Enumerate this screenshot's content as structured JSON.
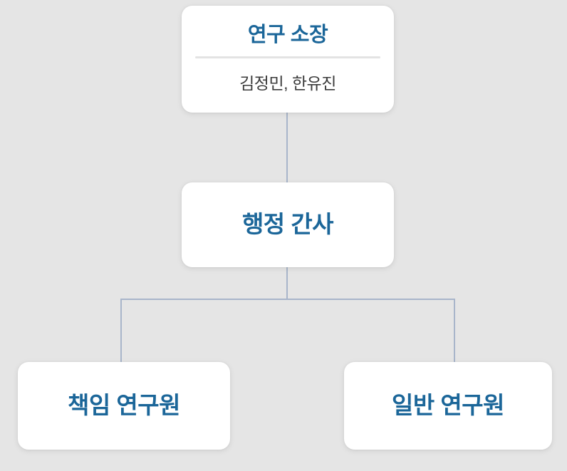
{
  "diagram": {
    "type": "organization-chart",
    "background_color": "#e5e5e5",
    "accent_color": "#1b6699",
    "connector_color": "#a8b5ca",
    "card_color": "#ffffff",
    "subtitle_color": "#3b3b3b"
  },
  "nodes": {
    "director": {
      "title": "연구 소장",
      "members": "김정민, 한유진"
    },
    "secretary": {
      "title": "행정 간사"
    },
    "senior_researcher": {
      "title": "책임 연구원"
    },
    "general_researcher": {
      "title": "일반 연구원"
    }
  }
}
